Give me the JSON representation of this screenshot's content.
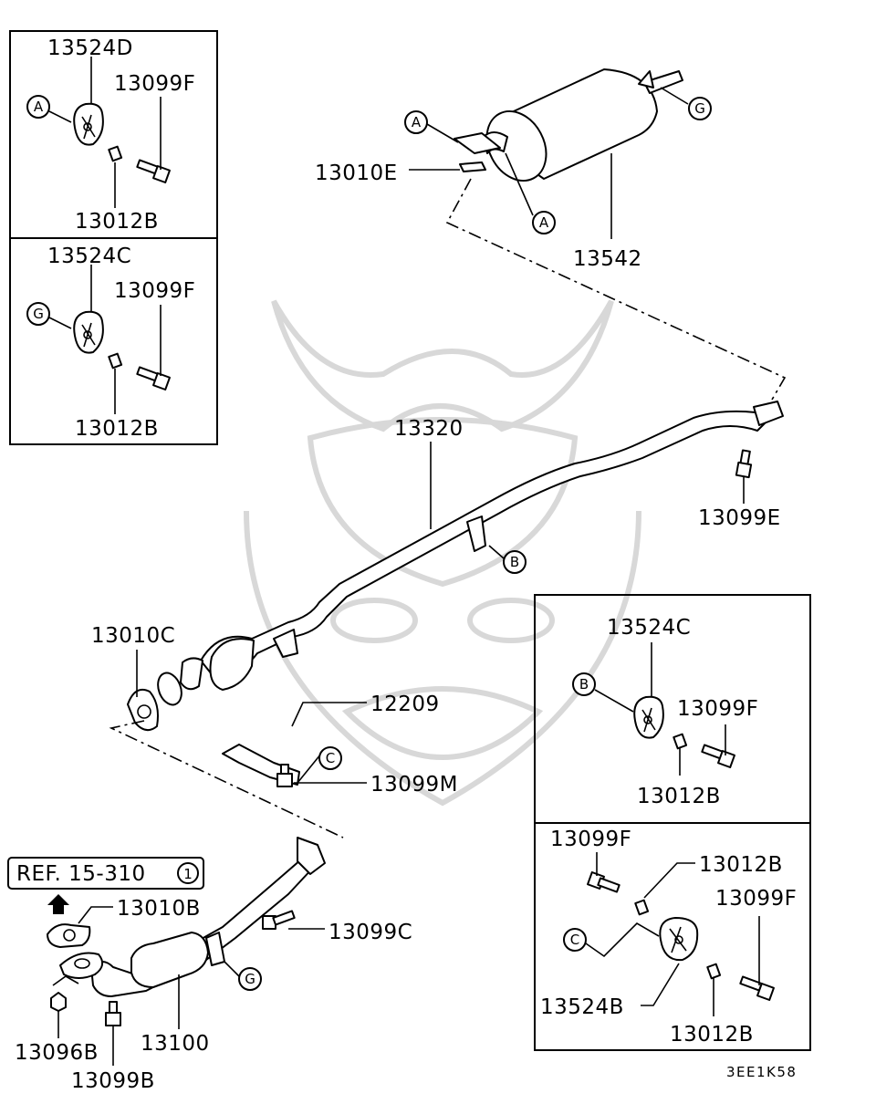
{
  "labels": {
    "p13524D": "13524D",
    "p13099F_1": "13099F",
    "p13012B_1": "13012B",
    "p13524C_1": "13524C",
    "p13099F_2": "13099F",
    "p13012B_2": "13012B",
    "p13010E": "13010E",
    "p13542": "13542",
    "p13320": "13320",
    "p13099E": "13099E",
    "p13010C": "13010C",
    "p12209": "12209",
    "p13099M": "13099M",
    "p13524C_3": "13524C",
    "p13099F_3": "13099F",
    "p13012B_3": "13012B",
    "p13099F_4": "13099F",
    "p13012B_4": "13012B",
    "p13099F_5": "13099F",
    "p13524B": "13524B",
    "p13012B_5": "13012B",
    "p13010B": "13010B",
    "p13099C": "13099C",
    "p13096B": "13096B",
    "p13100": "13100",
    "p13099B": "13099B"
  },
  "callouts": {
    "a1": "A",
    "g1": "G",
    "a2": "A",
    "a3": "A",
    "g2": "G",
    "b1": "B",
    "c1": "C",
    "b2": "B",
    "c2": "C",
    "g3": "G"
  },
  "reference": {
    "text": "REF. 15-310",
    "number": "1"
  },
  "diagram_code": "3EE1K58"
}
